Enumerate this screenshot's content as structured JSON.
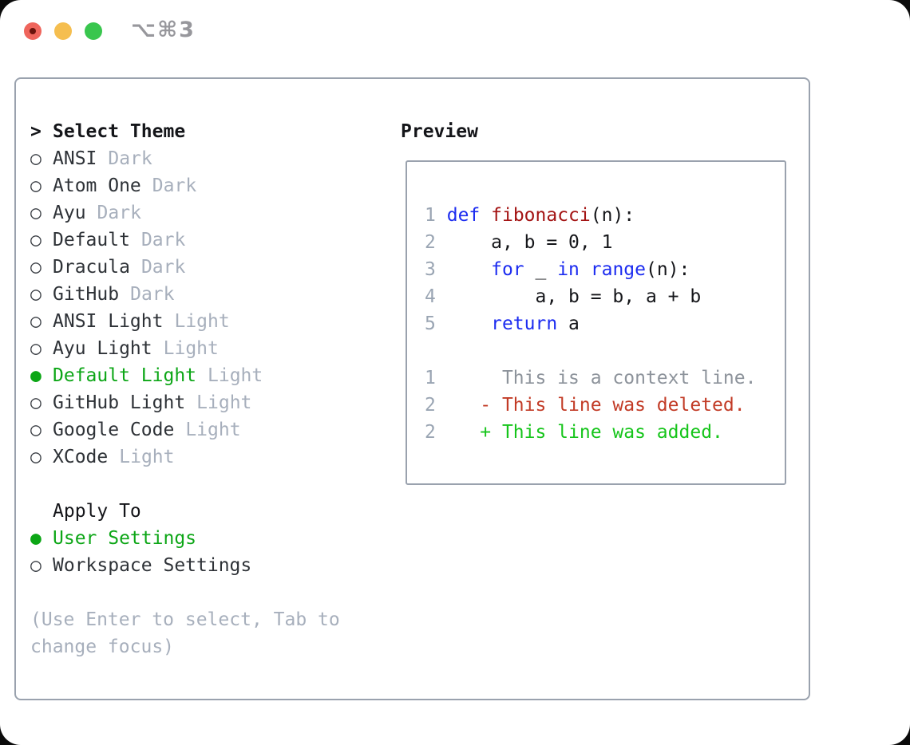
{
  "window": {
    "title": "⌥⌘3",
    "controls": {
      "close": "close-button",
      "minimize": "minimize-button",
      "zoom": "zoom-button"
    }
  },
  "colors": {
    "keyword_blue": "#1c2cf0",
    "function_red": "#a31313",
    "deleted_red": "#c23b26",
    "added_green": "#16c51b",
    "selection_green": "#0ca616",
    "muted_gray": "#a7afbc",
    "hint_gray": "#8d939b",
    "line_number_gray": "#9aa5b3",
    "text_dark": "#2e3237",
    "radio_gray": "#3c4046",
    "code_black": "#15161a",
    "border_gray": "#9aa2ae",
    "traffic_red": "#ef655c",
    "traffic_yellow": "#f5be4f",
    "traffic_green": "#39c64e",
    "title_gray": "#97979c"
  },
  "theme_picker": {
    "header": "Select Theme",
    "cursor": ">",
    "radio_unselected": "○",
    "radio_selected": "●",
    "themes": [
      {
        "name": "ANSI",
        "variant": "Dark",
        "selected": false
      },
      {
        "name": "Atom One",
        "variant": "Dark",
        "selected": false
      },
      {
        "name": "Ayu",
        "variant": "Dark",
        "selected": false
      },
      {
        "name": "Default",
        "variant": "Dark",
        "selected": false
      },
      {
        "name": "Dracula",
        "variant": "Dark",
        "selected": false
      },
      {
        "name": "GitHub",
        "variant": "Dark",
        "selected": false
      },
      {
        "name": "ANSI Light",
        "variant": "Light",
        "selected": false
      },
      {
        "name": "Ayu Light",
        "variant": "Light",
        "selected": false
      },
      {
        "name": "Default Light",
        "variant": "Light",
        "selected": true
      },
      {
        "name": "GitHub Light",
        "variant": "Light",
        "selected": false
      },
      {
        "name": "Google Code",
        "variant": "Light",
        "selected": false
      },
      {
        "name": "XCode",
        "variant": "Light",
        "selected": false
      }
    ],
    "apply_to": {
      "header": "Apply To",
      "options": [
        {
          "label": "User Settings",
          "selected": true
        },
        {
          "label": "Workspace Settings",
          "selected": false
        }
      ]
    },
    "hint": "(Use Enter to select, Tab to change focus)"
  },
  "preview": {
    "label": "Preview",
    "lines": [
      {
        "kind": "code-line",
        "num": "1",
        "segments": [
          {
            "text": " ",
            "style": "plain"
          },
          {
            "text": "def",
            "style": "keyword"
          },
          {
            "text": " ",
            "style": "plain"
          },
          {
            "text": "fibonacci",
            "style": "function"
          },
          {
            "text": "(n):",
            "style": "plain"
          }
        ]
      },
      {
        "kind": "code-line",
        "num": "2",
        "segments": [
          {
            "text": "     a, b = 0, 1",
            "style": "plain"
          }
        ]
      },
      {
        "kind": "code-line",
        "num": "3",
        "segments": [
          {
            "text": "     ",
            "style": "plain"
          },
          {
            "text": "for",
            "style": "keyword"
          },
          {
            "text": " _ ",
            "style": "plain"
          },
          {
            "text": "in",
            "style": "keyword"
          },
          {
            "text": " ",
            "style": "plain"
          },
          {
            "text": "range",
            "style": "keyword"
          },
          {
            "text": "(n):",
            "style": "plain"
          }
        ]
      },
      {
        "kind": "code-line",
        "num": "4",
        "segments": [
          {
            "text": "         a, b = b, a + b",
            "style": "plain"
          }
        ]
      },
      {
        "kind": "code-line",
        "num": "5",
        "segments": [
          {
            "text": "     ",
            "style": "plain"
          },
          {
            "text": "return",
            "style": "keyword"
          },
          {
            "text": " a",
            "style": "plain"
          }
        ]
      },
      {
        "kind": "blank-line",
        "num": "",
        "segments": []
      },
      {
        "kind": "diff-context-line",
        "num": "1",
        "segments": [
          {
            "text": "      This is a context line.",
            "style": "context"
          }
        ]
      },
      {
        "kind": "diff-deleted-line",
        "num": "2",
        "segments": [
          {
            "text": "    - This line was deleted.",
            "style": "deleted"
          }
        ]
      },
      {
        "kind": "diff-added-line",
        "num": "2",
        "segments": [
          {
            "text": "    + This line was added.",
            "style": "added"
          }
        ]
      }
    ]
  }
}
